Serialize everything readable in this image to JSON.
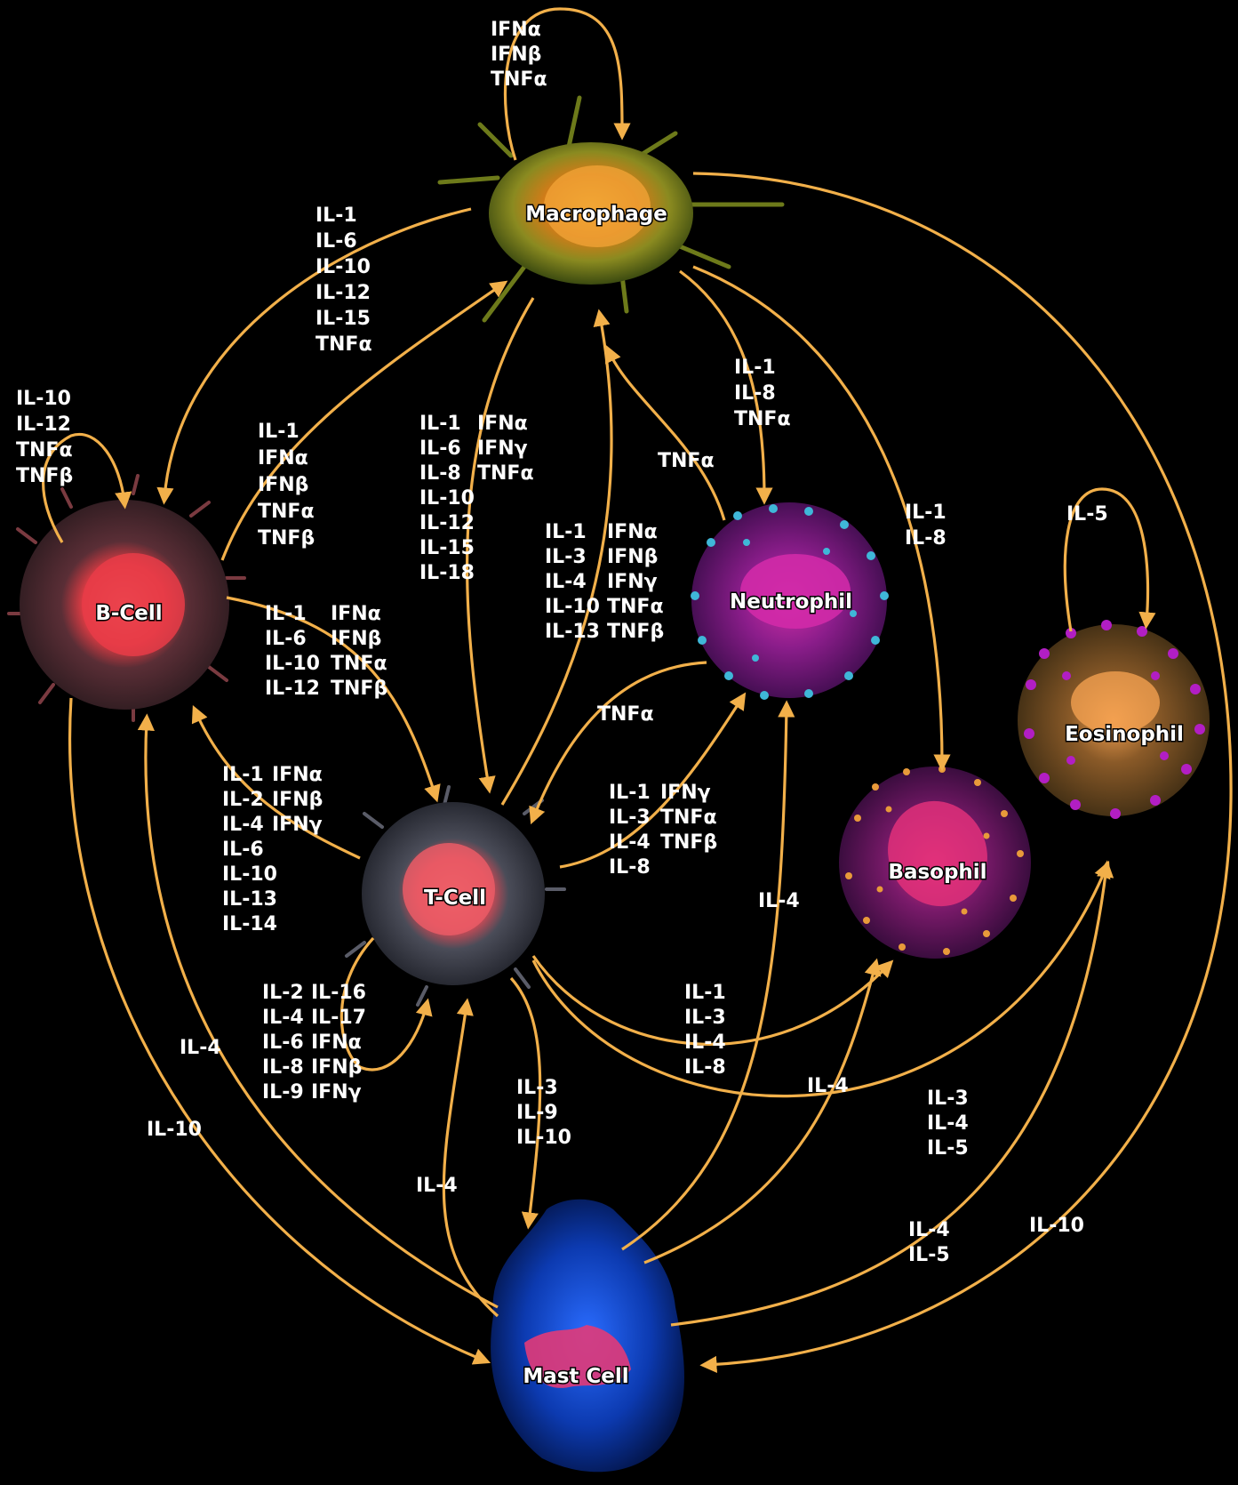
{
  "colors": {
    "background": "#000000",
    "arrow": "#f2b04a",
    "label_text": "#ffffff"
  },
  "cells": {
    "macrophage": {
      "label": "Macrophage"
    },
    "bcell": {
      "label": "B-Cell"
    },
    "tcell": {
      "label": "T-Cell"
    },
    "neutrophil": {
      "label": "Neutrophil"
    },
    "basophil": {
      "label": "Basophil"
    },
    "eosinophil": {
      "label": "Eosinophil"
    },
    "mastcell": {
      "label": "Mast Cell"
    }
  },
  "labels": {
    "mac_self": [
      "IFNα",
      "IFNβ",
      "TNFα"
    ],
    "mac_to_b": [
      "IL-1",
      "IL-6",
      "IL-10",
      "IL-12",
      "IL-15",
      "TNFα"
    ],
    "b_self": [
      "IL-10",
      "IL-12",
      "TNFα",
      "TNFβ"
    ],
    "b_to_mac": [
      "IL-1",
      "IFNα",
      "IFNβ",
      "TNFα",
      "TNFβ"
    ],
    "mac_to_t_a": [
      "IL-1",
      "IL-6",
      "IL-8",
      "IL-10",
      "IL-12",
      "IL-15",
      "IL-18"
    ],
    "mac_to_t_b": [
      "IFNα",
      "IFNγ",
      "TNFα"
    ],
    "t_to_mac_a": [
      "IL-1",
      "IL-3",
      "IL-4",
      "IL-10",
      "IL-13"
    ],
    "t_to_mac_b": [
      "IFNα",
      "IFNβ",
      "IFNγ",
      "TNFα",
      "TNFβ"
    ],
    "neut_to_mac": [
      "TNFα"
    ],
    "mac_to_neut": [
      "IL-1",
      "IL-8",
      "TNFα"
    ],
    "mac_to_baso": [
      "IL-1",
      "IL-8"
    ],
    "eos_self": [
      "IL-5"
    ],
    "b_to_t_a": [
      "IL-1",
      "IL-6",
      "IL-10",
      "IL-12"
    ],
    "b_to_t_b": [
      "IFNα",
      "IFNβ",
      "TNFα",
      "TNFβ"
    ],
    "t_to_b_a": [
      "IL-1",
      "IL-2",
      "IL-4",
      "IL-6",
      "IL-10",
      "IL-13",
      "IL-14"
    ],
    "t_to_b_b": [
      "IFNα",
      "IFNβ",
      "IFNγ"
    ],
    "neut_to_t": [
      "TNFα"
    ],
    "t_to_neut_a": [
      "IL-1",
      "IL-3",
      "IL-4",
      "IL-8"
    ],
    "t_to_neut_b": [
      "IFNγ",
      "TNFα",
      "TNFβ"
    ],
    "mast_to_neut": [
      "IL-4"
    ],
    "t_self_a": [
      "IL-2",
      "IL-4",
      "IL-6",
      "IL-8",
      "IL-9"
    ],
    "t_self_b": [
      "IL-16",
      "IL-17",
      "IFNα",
      "IFNβ",
      "IFNγ"
    ],
    "t_to_baso": [
      "IL-1",
      "IL-3",
      "IL-4",
      "IL-8"
    ],
    "mast_to_baso": [
      "IL-4"
    ],
    "t_to_eos": [
      "IL-3",
      "IL-4",
      "IL-5"
    ],
    "t_to_mast": [
      "IL-3",
      "IL-9",
      "IL-10"
    ],
    "mast_to_t": [
      "IL-4"
    ],
    "mast_to_b": [
      "IL-4"
    ],
    "b_to_mast": [
      "IL-10"
    ],
    "mast_to_eos": [
      "IL-4",
      "IL-5"
    ],
    "mac_to_mast": [
      "IL-10"
    ]
  }
}
